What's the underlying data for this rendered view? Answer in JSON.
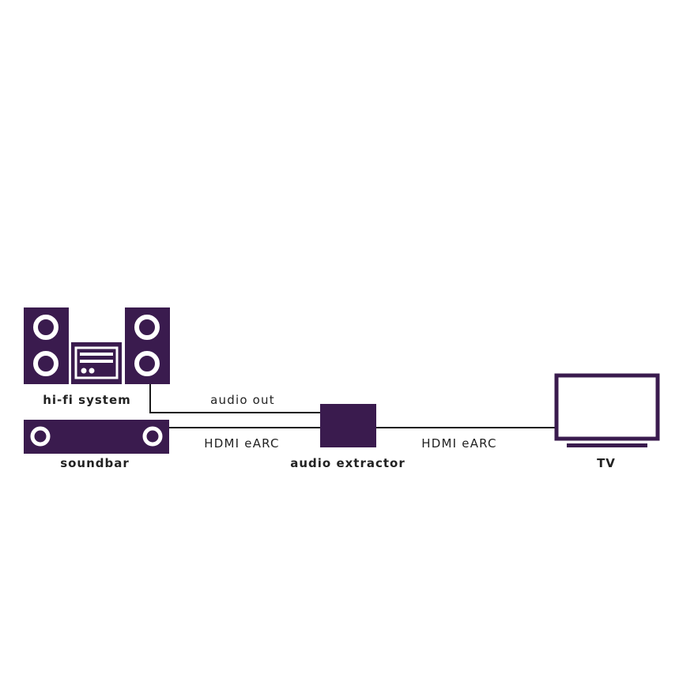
{
  "colors": {
    "device": "#3a1b4e",
    "line": "#1a1a1a",
    "text": "#222222",
    "background": "#ffffff"
  },
  "nodes": {
    "hifi": {
      "label": "hi-fi system",
      "icon": "hifi-stereo-icon"
    },
    "soundbar": {
      "label": "soundbar",
      "icon": "soundbar-icon"
    },
    "extractor": {
      "label": "audio extractor",
      "icon": "audio-extractor-box"
    },
    "tv": {
      "label": "TV",
      "icon": "tv-icon"
    }
  },
  "connections": {
    "hifi_to_extractor": {
      "label": "audio out"
    },
    "soundbar_to_extractor": {
      "label": "HDMI eARC"
    },
    "extractor_to_tv": {
      "label": "HDMI eARC"
    }
  }
}
